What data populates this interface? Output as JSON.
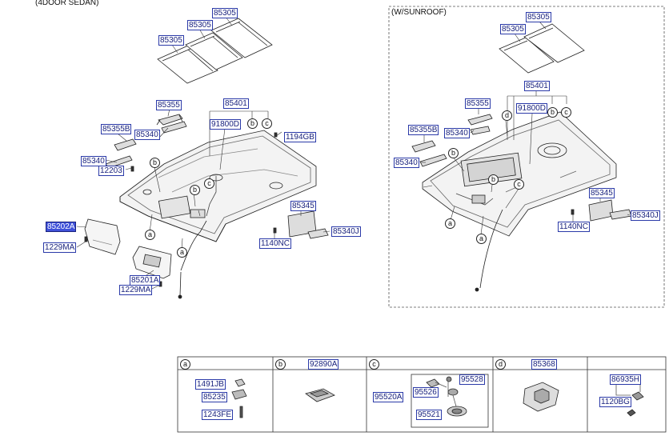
{
  "titles": {
    "left": "(4DOOR SEDAN)",
    "right": "(W/SUNROOF)"
  },
  "left_labels": {
    "p85305_a": "85305",
    "p85305_b": "85305",
    "p85305_c": "85305",
    "p85355": "85355",
    "p85401": "85401",
    "p85355b": "85355B",
    "p91800d": "91800D",
    "p85340_a": "85340",
    "p1194gb": "1194GB",
    "p85340_b": "85340",
    "p12203": "12203",
    "p85345": "85345",
    "p85202a": "85202A",
    "p85340j": "85340J",
    "p1229ma_a": "1229MA",
    "p1140nc": "1140NC",
    "p85201a": "85201A",
    "p1229ma_b": "1229MA"
  },
  "left_callouts": {
    "b1": "b",
    "c1": "c",
    "b2": "b",
    "b3": "b",
    "c2": "c",
    "a1": "a",
    "a2": "a"
  },
  "right_labels": {
    "p85305_a": "85305",
    "p85305_b": "85305",
    "p85401": "85401",
    "p85355": "85355",
    "p91800d": "91800D",
    "p85355b": "85355B",
    "p85340_a": "85340",
    "p85340_b": "85340",
    "p85345": "85345",
    "p85340j": "85340J",
    "p1140nc": "1140NC"
  },
  "right_callouts": {
    "b1": "b",
    "c1": "c",
    "d1": "d",
    "b2": "b",
    "b3": "b",
    "c2": "c",
    "a1": "a",
    "a2": "a"
  },
  "table": {
    "sections": [
      {
        "letter": "a",
        "part": ""
      },
      {
        "letter": "b",
        "part": "92890A"
      },
      {
        "letter": "c",
        "part": ""
      },
      {
        "letter": "d",
        "part": "85368"
      },
      {
        "letter": "",
        "part": "86935H"
      }
    ],
    "a_parts": [
      "1491JB",
      "85235",
      "1243FE"
    ],
    "c_parts": [
      "95528",
      "95526",
      "95520A",
      "95521"
    ],
    "e_parts": [
      "1120BG"
    ]
  }
}
